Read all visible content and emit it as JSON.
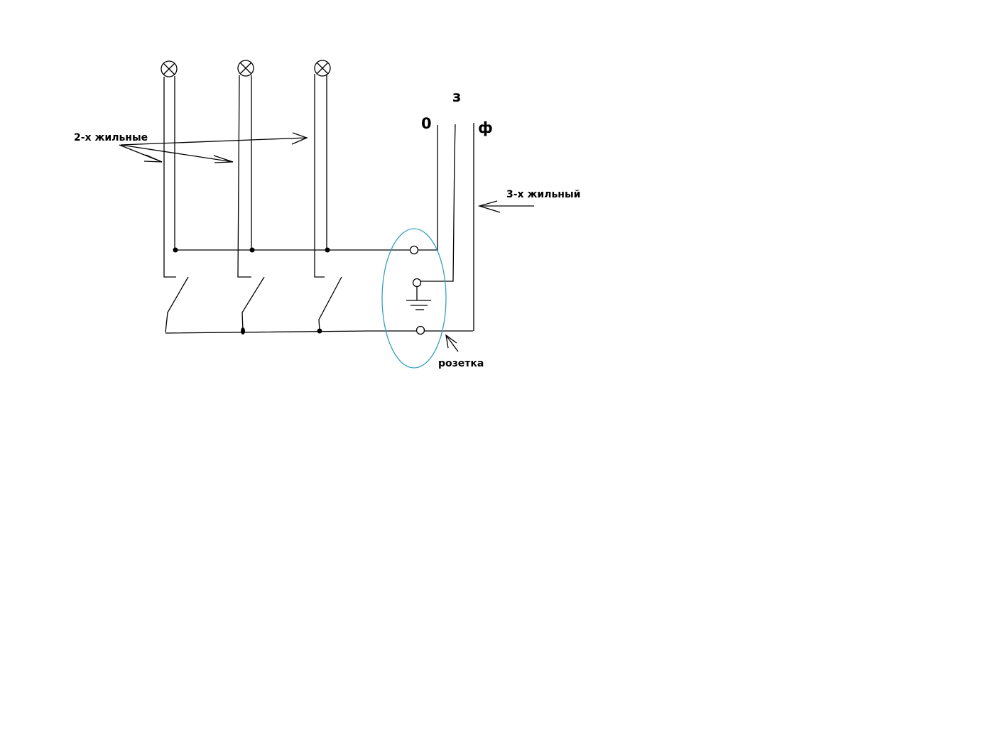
{
  "labels": {
    "two_core": "2-х жильные",
    "three_core": "3-х жильный",
    "socket": "розетка",
    "neutral": "0",
    "earth": "з",
    "phase": "ф"
  },
  "colors": {
    "line": "#000000",
    "socket_outline": "#3a9fc0"
  },
  "components": {
    "lamps": 3,
    "switches": 3,
    "socket_terminals": 3
  }
}
